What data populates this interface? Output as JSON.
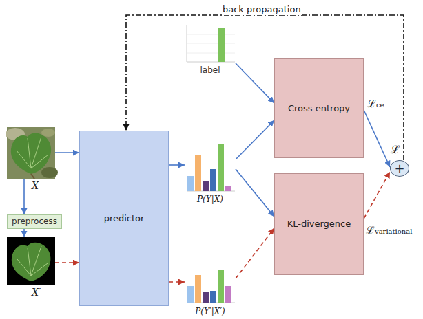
{
  "diagram": {
    "nodes": [
      {
        "text": [
          "X"
        ]
      },
      {
        "text": [
          "preprocess"
        ]
      },
      {
        "text": [
          "X′"
        ]
      },
      {
        "text": [
          "predictor"
        ]
      },
      {
        "text": [
          "label"
        ]
      },
      {
        "text": [
          "P(Y|X)"
        ]
      },
      {
        "text": [
          "P(Y′|X′)"
        ]
      },
      {
        "text": [
          "Cross entropy"
        ]
      },
      {
        "text": [
          "KL-divergence"
        ]
      },
      {
        "text": [
          "+",
          "ℒ"
        ]
      }
    ],
    "edges": [
      {
        "from": 0,
        "to": 3,
        "arrow": "to"
      },
      {
        "from": 0,
        "to": 1,
        "arrow": "to"
      },
      {
        "from": 1,
        "to": 2,
        "arrow": "to"
      },
      {
        "from": 2,
        "to": 3,
        "arrow": "to"
      },
      {
        "from": 3,
        "to": 5,
        "arrow": "to"
      },
      {
        "from": 3,
        "to": 6,
        "arrow": "to"
      },
      {
        "from": 4,
        "to": 7,
        "arrow": "to"
      },
      {
        "from": 5,
        "to": 7,
        "arrow": "to"
      },
      {
        "from": 5,
        "to": 8,
        "arrow": "to"
      },
      {
        "from": 6,
        "to": 8,
        "arrow": "to"
      },
      {
        "from": 7,
        "to": 9,
        "label": "ℒce",
        "arrow": "to"
      },
      {
        "from": 8,
        "to": 9,
        "label": "ℒvariational",
        "arrow": "to"
      },
      {
        "from": 9,
        "to": 3,
        "label": "back propagation",
        "arrow": "to"
      }
    ]
  }
}
